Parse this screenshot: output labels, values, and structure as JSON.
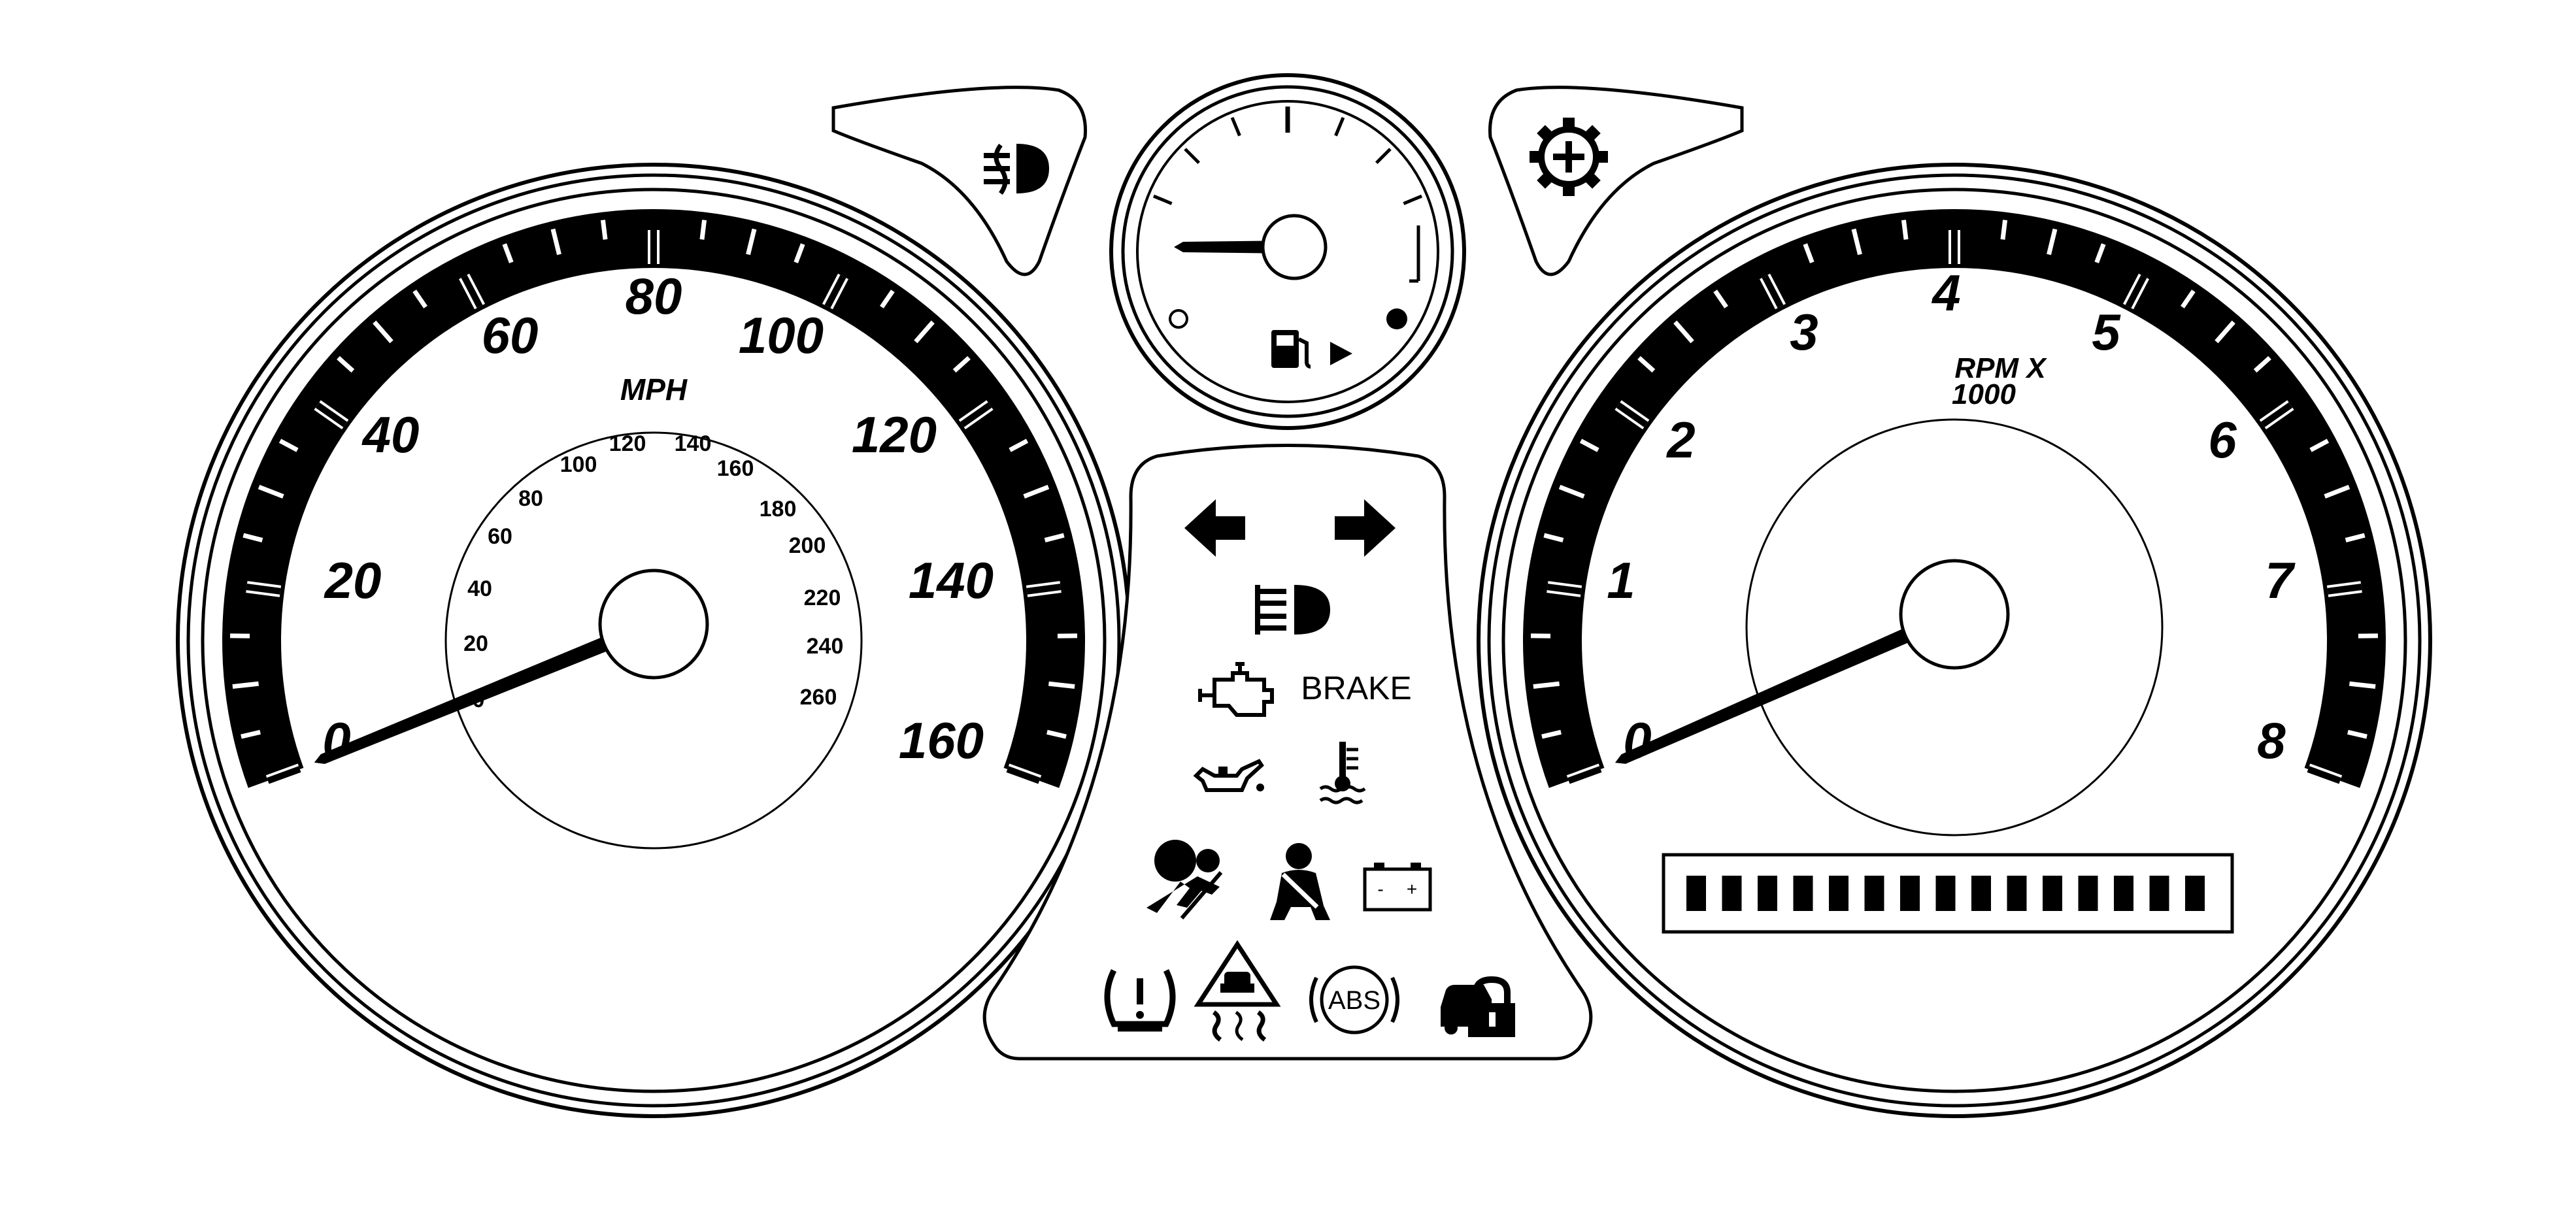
{
  "speedometer": {
    "unit_label": "MPH",
    "mph_labels": [
      "0",
      "20",
      "40",
      "60",
      "80",
      "100",
      "120",
      "140",
      "160"
    ],
    "kmh_labels": [
      "0",
      "20",
      "40",
      "60",
      "80",
      "100",
      "120",
      "140",
      "160",
      "180",
      "200",
      "220",
      "240",
      "260"
    ],
    "needle_value_mph": 0
  },
  "tachometer": {
    "unit_label_line1": "RPM X",
    "unit_label_line2": "1000",
    "labels": [
      "0",
      "1",
      "2",
      "3",
      "4",
      "5",
      "6",
      "7",
      "8"
    ],
    "needle_value_rpm_x1000": 0,
    "odometer_segments": 15
  },
  "fuel_gauge": {
    "level_fraction": 0,
    "icon": "fuel-pump-icon"
  },
  "indicators": {
    "top_left": "front-fog-lamp-icon",
    "top_right": "transmission-gear-icon",
    "turn_left": "turn-signal-left-icon",
    "turn_right": "turn-signal-right-icon",
    "high_beam": "high-beam-icon",
    "check_engine": "check-engine-icon",
    "brake_text": "BRAKE",
    "oil": "oil-pressure-icon",
    "coolant": "coolant-temperature-icon",
    "airbag": "airbag-icon",
    "seatbelt": "seatbelt-icon",
    "battery": "battery-icon",
    "battery_minus": "-",
    "battery_plus": "+",
    "tire_pressure": "tire-pressure-icon",
    "traction": "traction-control-icon",
    "abs_text": "ABS",
    "security": "security-lock-icon"
  }
}
